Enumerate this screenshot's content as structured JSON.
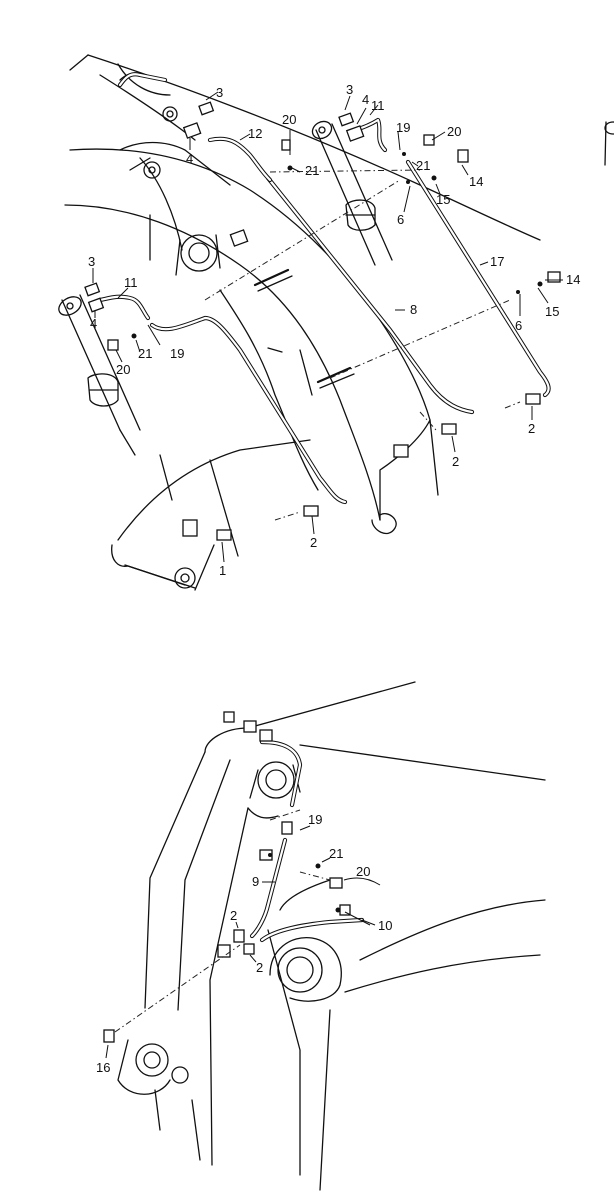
{
  "callouts": {
    "top": {
      "c1": "1",
      "c2a": "2",
      "c2b": "2",
      "c2c": "2",
      "c3a": "3",
      "c3b": "3",
      "c3c": "3",
      "c4a": "4",
      "c4b": "4",
      "c4c": "4",
      "c6a": "6",
      "c6b": "6",
      "c8": "8",
      "c11a": "11",
      "c11b": "11",
      "c12": "12",
      "c14a": "14",
      "c14b": "14",
      "c15a": "15",
      "c15b": "15",
      "c17": "17",
      "c19a": "19",
      "c19b": "19",
      "c20a": "20",
      "c20b": "20",
      "c20c": "20",
      "c21a": "21",
      "c21b": "21",
      "c21c": "21"
    },
    "bottom": {
      "c19": "19",
      "c21": "21",
      "c20": "20",
      "c9": "9",
      "c10": "10",
      "c2a": "2",
      "c2b": "2",
      "c16": "16"
    }
  }
}
